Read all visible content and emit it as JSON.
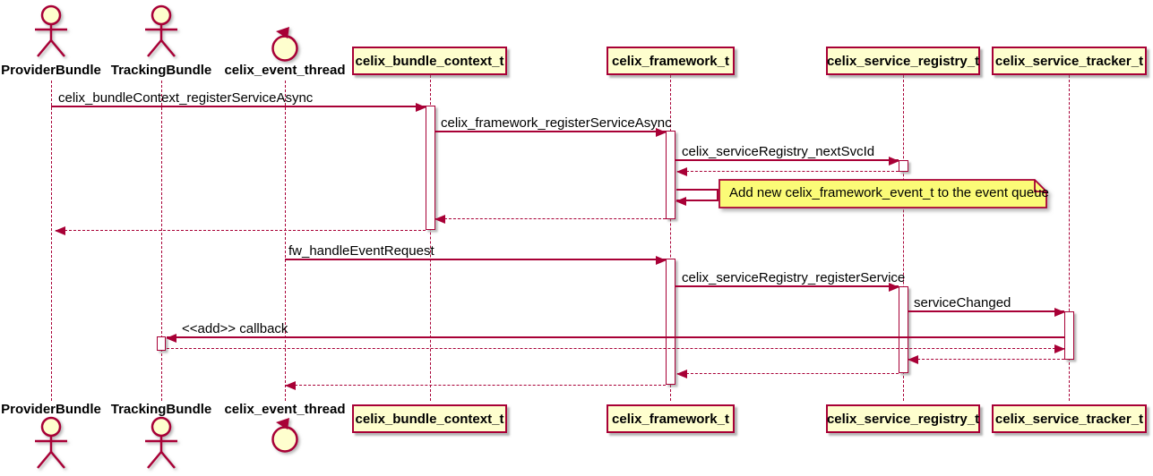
{
  "actors": {
    "provider": "ProviderBundle",
    "tracking": "TrackingBundle"
  },
  "control_label": "celix_event_thread",
  "participants": {
    "bundle_context": "celix_bundle_context_t",
    "framework": "celix_framework_t",
    "registry": "celix_service_registry_t",
    "tracker": "celix_service_tracker_t"
  },
  "messages": {
    "register_service_async": "celix_bundleContext_registerServiceAsync",
    "framework_register_service_async": "celix_framework_registerServiceAsync",
    "next_svc_id": "celix_serviceRegistry_nextSvcId",
    "fw_handle_event_request": "fw_handleEventRequest",
    "registry_register_service": "celix_serviceRegistry_registerService",
    "service_changed": "serviceChanged",
    "add_callback": "<<add>> callback"
  },
  "note": {
    "text": "Add new celix_framework_event_t to the event queue"
  },
  "colors": {
    "line": "#A80036",
    "participant_fill": "#FEFECE",
    "note_fill": "#FBFB77",
    "text": "#000000",
    "shadow": "#999999"
  }
}
